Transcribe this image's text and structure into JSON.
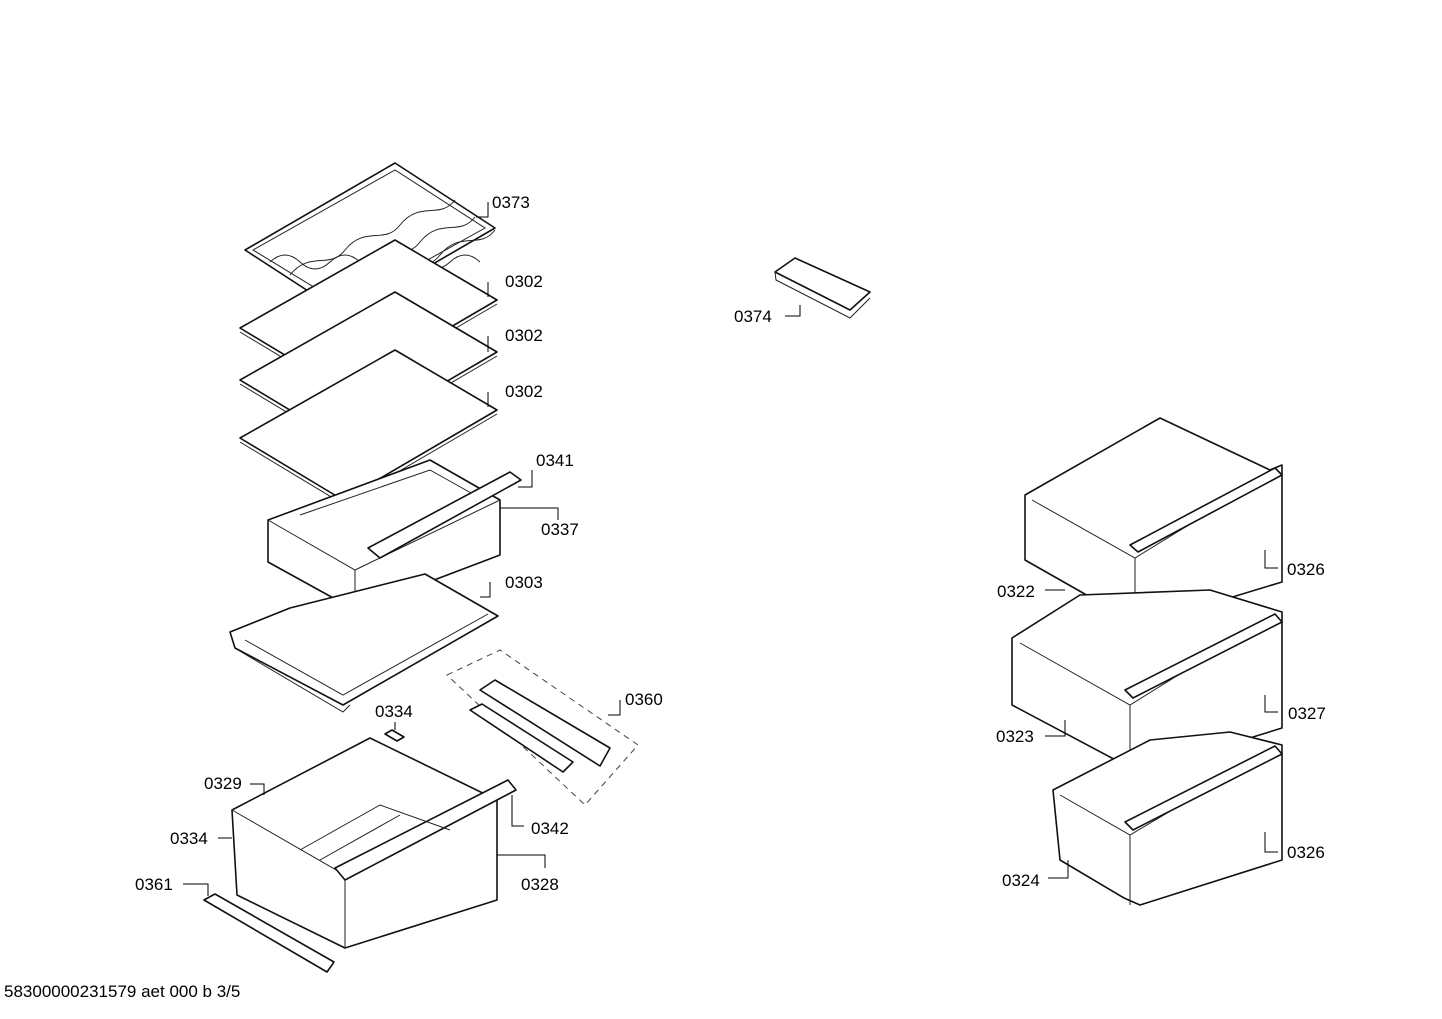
{
  "footer": "58300000231579 aet 000 b 3/5",
  "labels": {
    "p0373": "0373",
    "p0302a": "0302",
    "p0302b": "0302",
    "p0302c": "0302",
    "p0341": "0341",
    "p0337": "0337",
    "p0303": "0303",
    "p0360": "0360",
    "p0334a": "0334",
    "p0329": "0329",
    "p0334b": "0334",
    "p0342": "0342",
    "p0361": "0361",
    "p0328": "0328",
    "p0374": "0374",
    "p0326a": "0326",
    "p0322": "0322",
    "p0327": "0327",
    "p0323": "0323",
    "p0326b": "0326",
    "p0324": "0324"
  }
}
